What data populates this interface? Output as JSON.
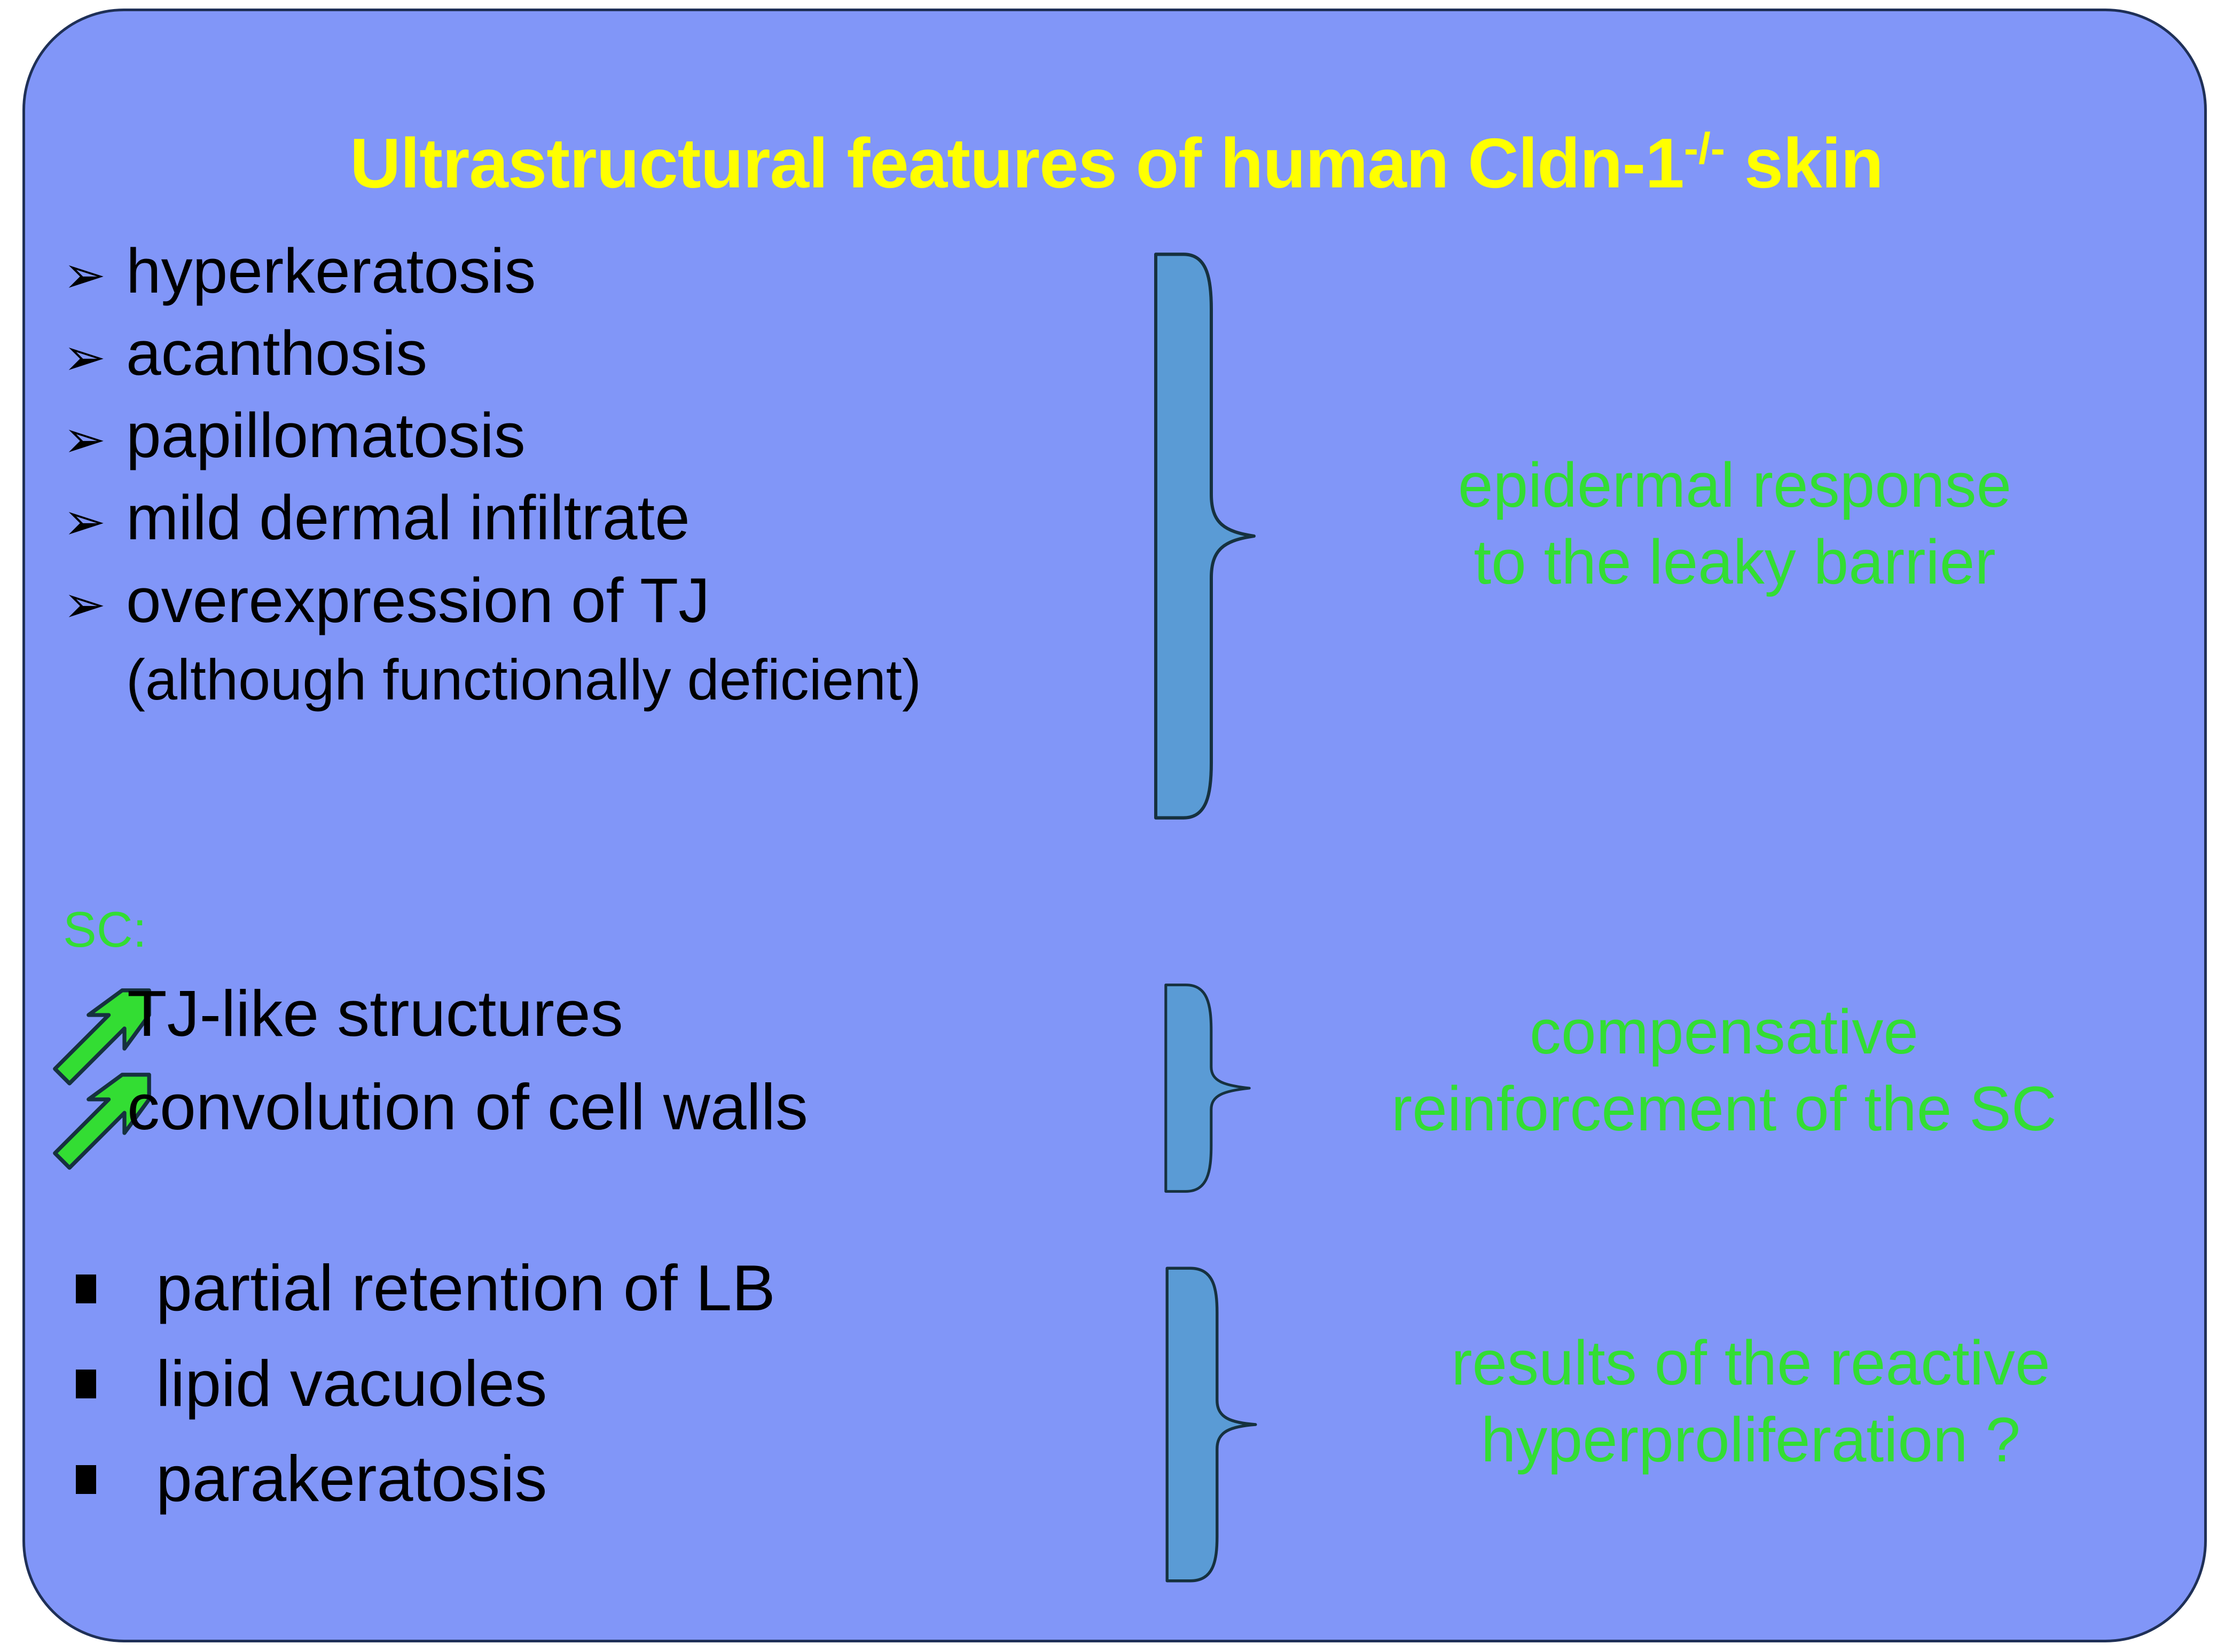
{
  "colors": {
    "panel_background": "#8196F8",
    "panel_border": "#1F3057",
    "title_text": "#FFFF00",
    "body_text": "#000000",
    "accent_green": "#33DD33",
    "brace_fill": "#5A9BD5",
    "brace_outline": "#16313F",
    "arrow_fill": "#33DD33",
    "arrow_outline": "#16313F"
  },
  "title": {
    "lead": "Ultrastructural features of human Cldn-1",
    "superscript": "-/-",
    "trail": " skin"
  },
  "epidermal_group": {
    "bullet_glyph": "➢",
    "items": [
      "hyperkeratosis",
      "acanthosis",
      "papillomatosis",
      "mild dermal infiltrate",
      "overexpression of TJ"
    ],
    "subnote": "(although functionally deficient)"
  },
  "sc_group": {
    "label": "SC:",
    "items": [
      "TJ-like structures",
      "convolution of cell walls"
    ],
    "arrow_icon": "up-right-arrow"
  },
  "results_group": {
    "bullet_glyph": "▪",
    "items": [
      "partial retention of LB",
      "lipid vacuoles",
      "parakeratosis"
    ]
  },
  "callouts": [
    {
      "id": "epidermal-response",
      "lines": [
        "epidermal response",
        "to the leaky barrier"
      ]
    },
    {
      "id": "compensative-reinforcement",
      "lines": [
        "compensative",
        "reinforcement of the SC"
      ]
    },
    {
      "id": "reactive-hyperproliferation",
      "lines": [
        "results of the reactive",
        "hyperproliferation ?"
      ]
    }
  ],
  "braces": [
    {
      "id": "brace-epidermal"
    },
    {
      "id": "brace-compensative"
    },
    {
      "id": "brace-results"
    }
  ]
}
